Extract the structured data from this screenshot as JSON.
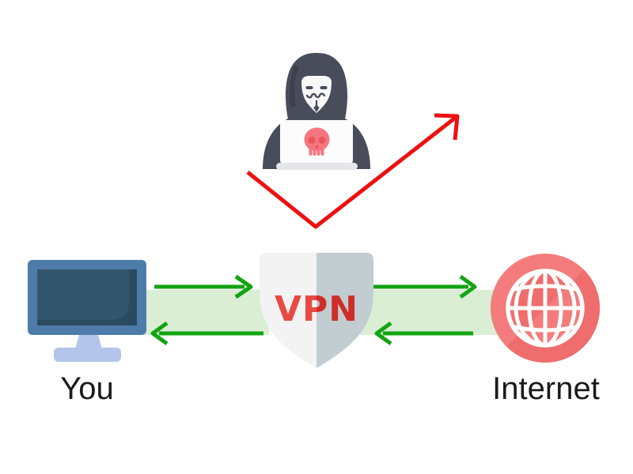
{
  "diagram": {
    "type": "vpn-security-illustration",
    "nodes": {
      "user": {
        "label": "You",
        "icon": "monitor-icon"
      },
      "vpn": {
        "label": "VPN",
        "icon": "shield-icon"
      },
      "internet": {
        "label": "Internet",
        "icon": "globe-icon"
      },
      "hacker": {
        "icon": "hacker-icon",
        "badge": "skull-icon"
      }
    },
    "connections": [
      {
        "from": "user",
        "to": "vpn",
        "style": "bidirectional-green-tunnel"
      },
      {
        "from": "vpn",
        "to": "internet",
        "style": "bidirectional-green-tunnel"
      },
      {
        "from": "hacker",
        "to": "vpn",
        "style": "red-deflected-arrow"
      }
    ],
    "colors": {
      "band_green": "#d9eed3",
      "arrow_green": "#12a412",
      "arrow_red": "#ee1010",
      "shield_left": "#f2f3f2",
      "shield_right": "#c2cdd2",
      "vpn_text_left": "#e84a42",
      "vpn_text_right": "#ce2d28",
      "globe_fill": "#f47c7c",
      "globe_shadow": "#ef6d6d",
      "globe_lines": "#ffffff",
      "monitor_frame": "#4e7caa",
      "monitor_screen": "#34566d",
      "monitor_screen_shade": "#2a4a60",
      "monitor_stand": "#b3c5ea",
      "hacker_body": "#494c5a",
      "hood_shadow": "#3d404d",
      "face": "#f8f8f8",
      "laptop_body": "#fcfcfd",
      "laptop_base": "#e4e6e9",
      "skull": "#f5767e",
      "skull_features": "#e9545e",
      "label_color": "#1a1a1a"
    }
  }
}
